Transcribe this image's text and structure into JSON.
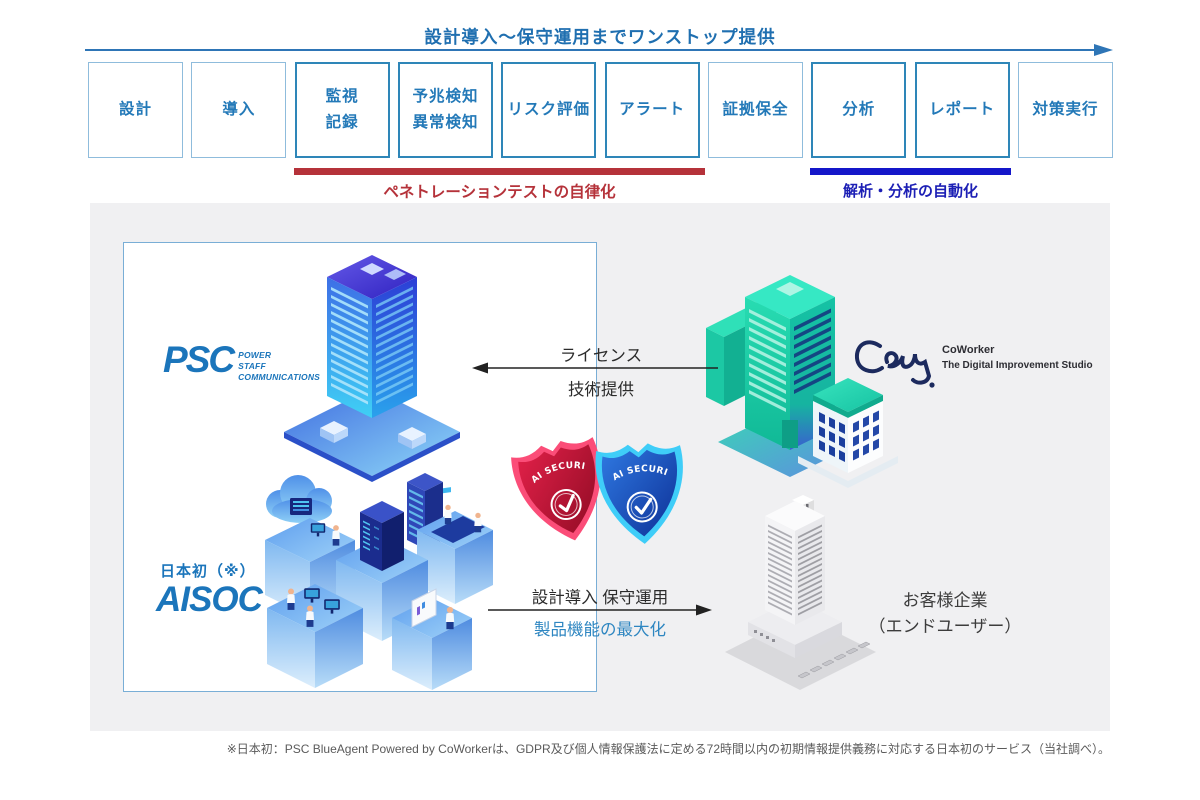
{
  "colors": {
    "primary_blue": "#2379b8",
    "arrow_blue": "#2e75b6",
    "red_accent": "#b5323a",
    "deep_blue_accent": "#1416c9",
    "panel_gray": "#f0f0f2",
    "logo_blue": "#1b75bb",
    "coworker_teal": "#22d8ac",
    "shield_red": "#b01030",
    "shield_blue": "#123f9e"
  },
  "header": {
    "title": "設計導入〜保守運用までワンストップ提供"
  },
  "process": {
    "steps": [
      {
        "label": "設計",
        "emphasis": false
      },
      {
        "label": "導入",
        "emphasis": false
      },
      {
        "label": "監視\n記録",
        "emphasis": true
      },
      {
        "label": "予兆検知\n異常検知",
        "emphasis": true
      },
      {
        "label": "リスク評価",
        "emphasis": true
      },
      {
        "label": "アラート",
        "emphasis": true
      },
      {
        "label": "証拠保全",
        "emphasis": false
      },
      {
        "label": "分析",
        "emphasis": true
      },
      {
        "label": "レポート",
        "emphasis": true
      },
      {
        "label": "対策実行",
        "emphasis": false
      }
    ],
    "pentest_group_label": "ペネトレーションテストの自律化",
    "analysis_group_label": "解析・分析の自動化"
  },
  "diagram": {
    "psc": {
      "logo": "PSC",
      "logo_sub_lines": [
        "POWER",
        "STAFF",
        "COMMUNICATIONS"
      ]
    },
    "aisoc": {
      "first_in_japan": "日本初（※）",
      "name": "AISOC"
    },
    "license_arrow": {
      "line1": "ライセンス",
      "line2": "技術提供"
    },
    "deploy_arrow": {
      "line1": "設計導入 保守運用",
      "line2": "製品機能の最大化"
    },
    "shields": {
      "label": "AI SECURITY"
    },
    "coworker": {
      "name": "CoWorker",
      "tagline": "The Digital Improvement Studio"
    },
    "customer": {
      "line1": "お客様企業",
      "line2": "（エンドユーザー）"
    }
  },
  "footnote": "※日本初：PSC BlueAgent Powered by CoWorkerは、GDPR及び個人情報保護法に定める72時間以内の初期情報提供義務に対応する日本初のサービス（当社調べ）。"
}
